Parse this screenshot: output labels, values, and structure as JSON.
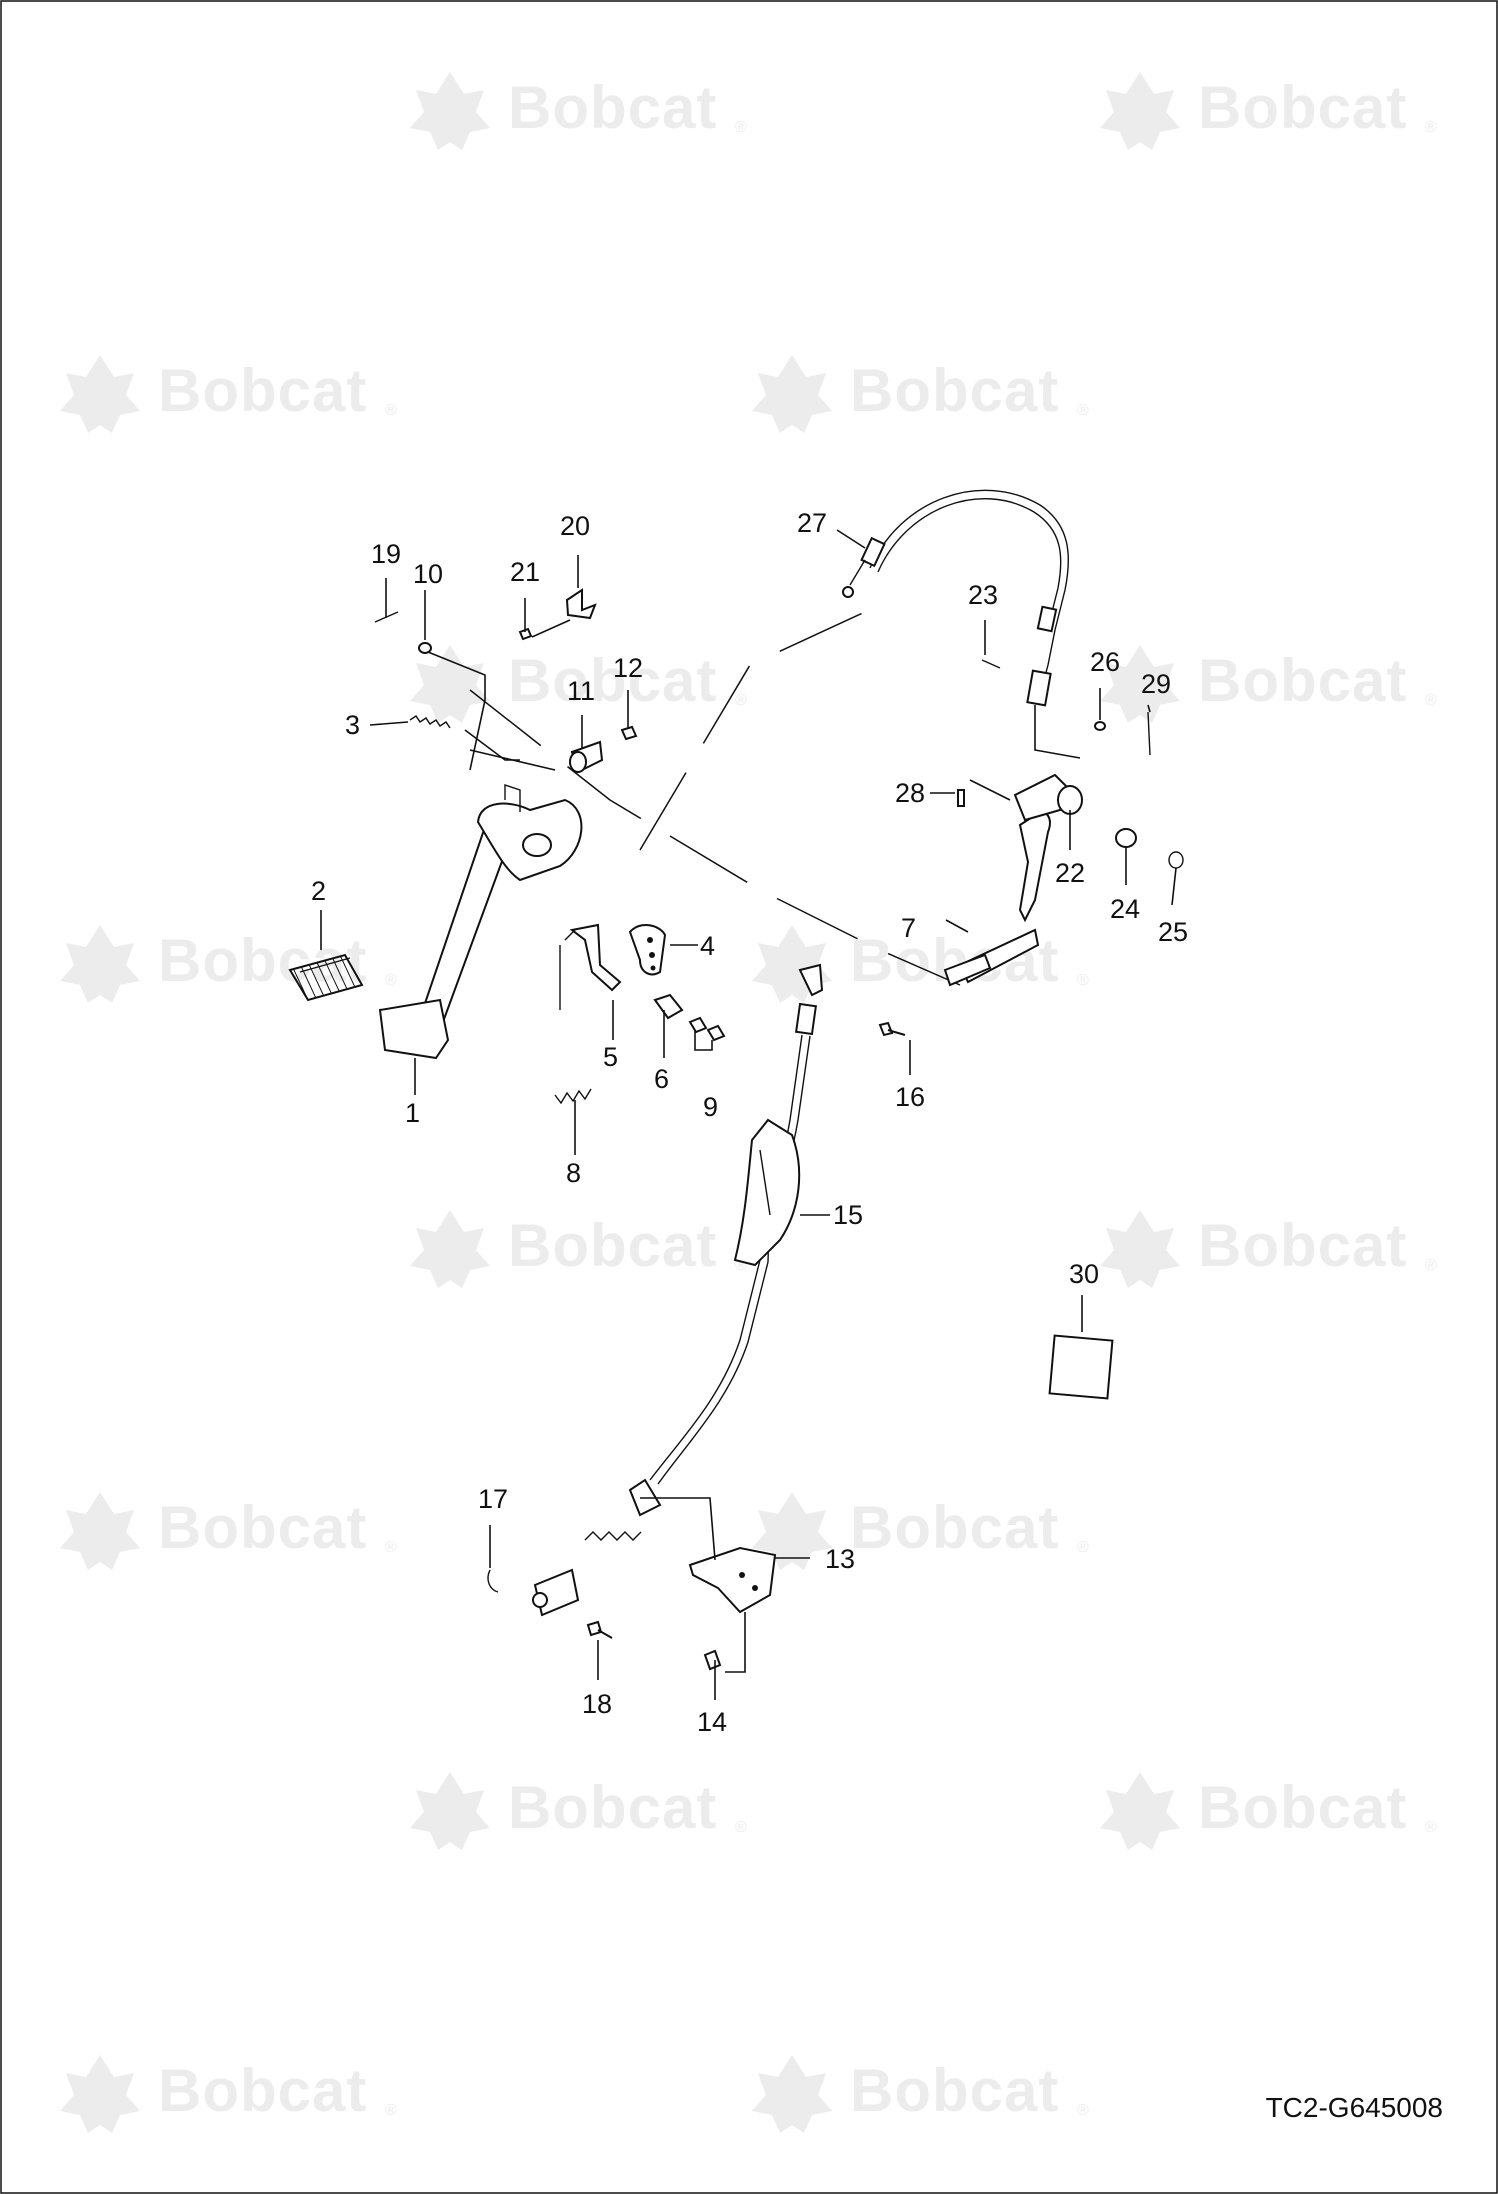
{
  "watermark": {
    "brand_text": "Bobcat",
    "mark_icon": "bobcat-head-logo-icon"
  },
  "drawing_code": "TC2-G645008",
  "callouts": [
    "1",
    "2",
    "3",
    "4",
    "5",
    "6",
    "7",
    "8",
    "9",
    "10",
    "11",
    "12",
    "13",
    "14",
    "15",
    "16",
    "17",
    "18",
    "19",
    "20",
    "21",
    "22",
    "23",
    "24",
    "25",
    "26",
    "27",
    "28",
    "29",
    "30"
  ]
}
